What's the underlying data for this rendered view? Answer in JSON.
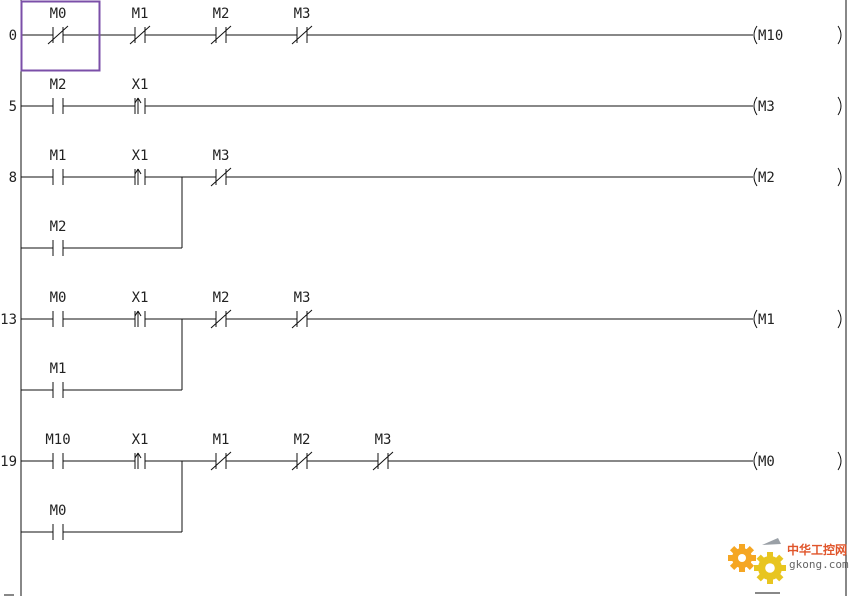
{
  "colors": {
    "line": "#111111",
    "text": "#222222",
    "cursor": "#7b4fa8",
    "watermark_orange": "#f5a623",
    "watermark_yellow": "#e8c520",
    "watermark_text_red": "#e0552b",
    "watermark_text_gray": "#666666"
  },
  "rungs": [
    {
      "step": "0",
      "contacts": [
        {
          "label": "M0",
          "type": "nc"
        },
        {
          "label": "M1",
          "type": "nc"
        },
        {
          "label": "M2",
          "type": "nc"
        },
        {
          "label": "M3",
          "type": "nc"
        }
      ],
      "branch": null,
      "coil": "M10"
    },
    {
      "step": "5",
      "contacts": [
        {
          "label": "M2",
          "type": "no"
        },
        {
          "label": "X1",
          "type": "rising"
        }
      ],
      "branch": null,
      "coil": "M3"
    },
    {
      "step": "8",
      "contacts": [
        {
          "label": "M1",
          "type": "no"
        },
        {
          "label": "X1",
          "type": "rising"
        },
        {
          "label": "M3",
          "type": "nc"
        }
      ],
      "branch": {
        "label": "M2",
        "type": "no"
      },
      "coil": "M2"
    },
    {
      "step": "13",
      "contacts": [
        {
          "label": "M0",
          "type": "no"
        },
        {
          "label": "X1",
          "type": "rising"
        },
        {
          "label": "M2",
          "type": "nc"
        },
        {
          "label": "M3",
          "type": "nc"
        }
      ],
      "branch": {
        "label": "M1",
        "type": "no"
      },
      "coil": "M1"
    },
    {
      "step": "19",
      "contacts": [
        {
          "label": "M10",
          "type": "no"
        },
        {
          "label": "X1",
          "type": "rising"
        },
        {
          "label": "M1",
          "type": "nc"
        },
        {
          "label": "M2",
          "type": "nc"
        },
        {
          "label": "M3",
          "type": "nc"
        }
      ],
      "branch": {
        "label": "M0",
        "type": "no"
      },
      "coil": "M0"
    }
  ],
  "watermark": {
    "brand": "中华工控网",
    "domain": "gkong.com"
  }
}
